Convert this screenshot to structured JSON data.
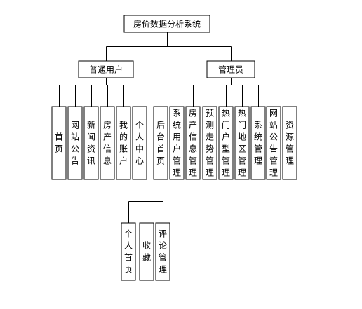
{
  "root": {
    "label": "房价数据分析系统"
  },
  "branches": [
    {
      "label": "普通用户",
      "children": [
        {
          "label": "首页"
        },
        {
          "label": "网站公告"
        },
        {
          "label": "新闻资讯"
        },
        {
          "label": "房产信息"
        },
        {
          "label": "我的账户"
        },
        {
          "label": "个人中心",
          "children": [
            {
              "label": "个人首页"
            },
            {
              "label": "收藏"
            },
            {
              "label": "评论管理"
            }
          ]
        }
      ]
    },
    {
      "label": "管理员",
      "children": [
        {
          "label": "后台首页"
        },
        {
          "label": "系统用户管理"
        },
        {
          "label": "房产信息管理"
        },
        {
          "label": "预测走势管理"
        },
        {
          "label": "热门户型管理"
        },
        {
          "label": "热门地区管理"
        },
        {
          "label": "系统管理"
        },
        {
          "label": "网站公告管理"
        },
        {
          "label": "资源管理"
        }
      ]
    }
  ]
}
